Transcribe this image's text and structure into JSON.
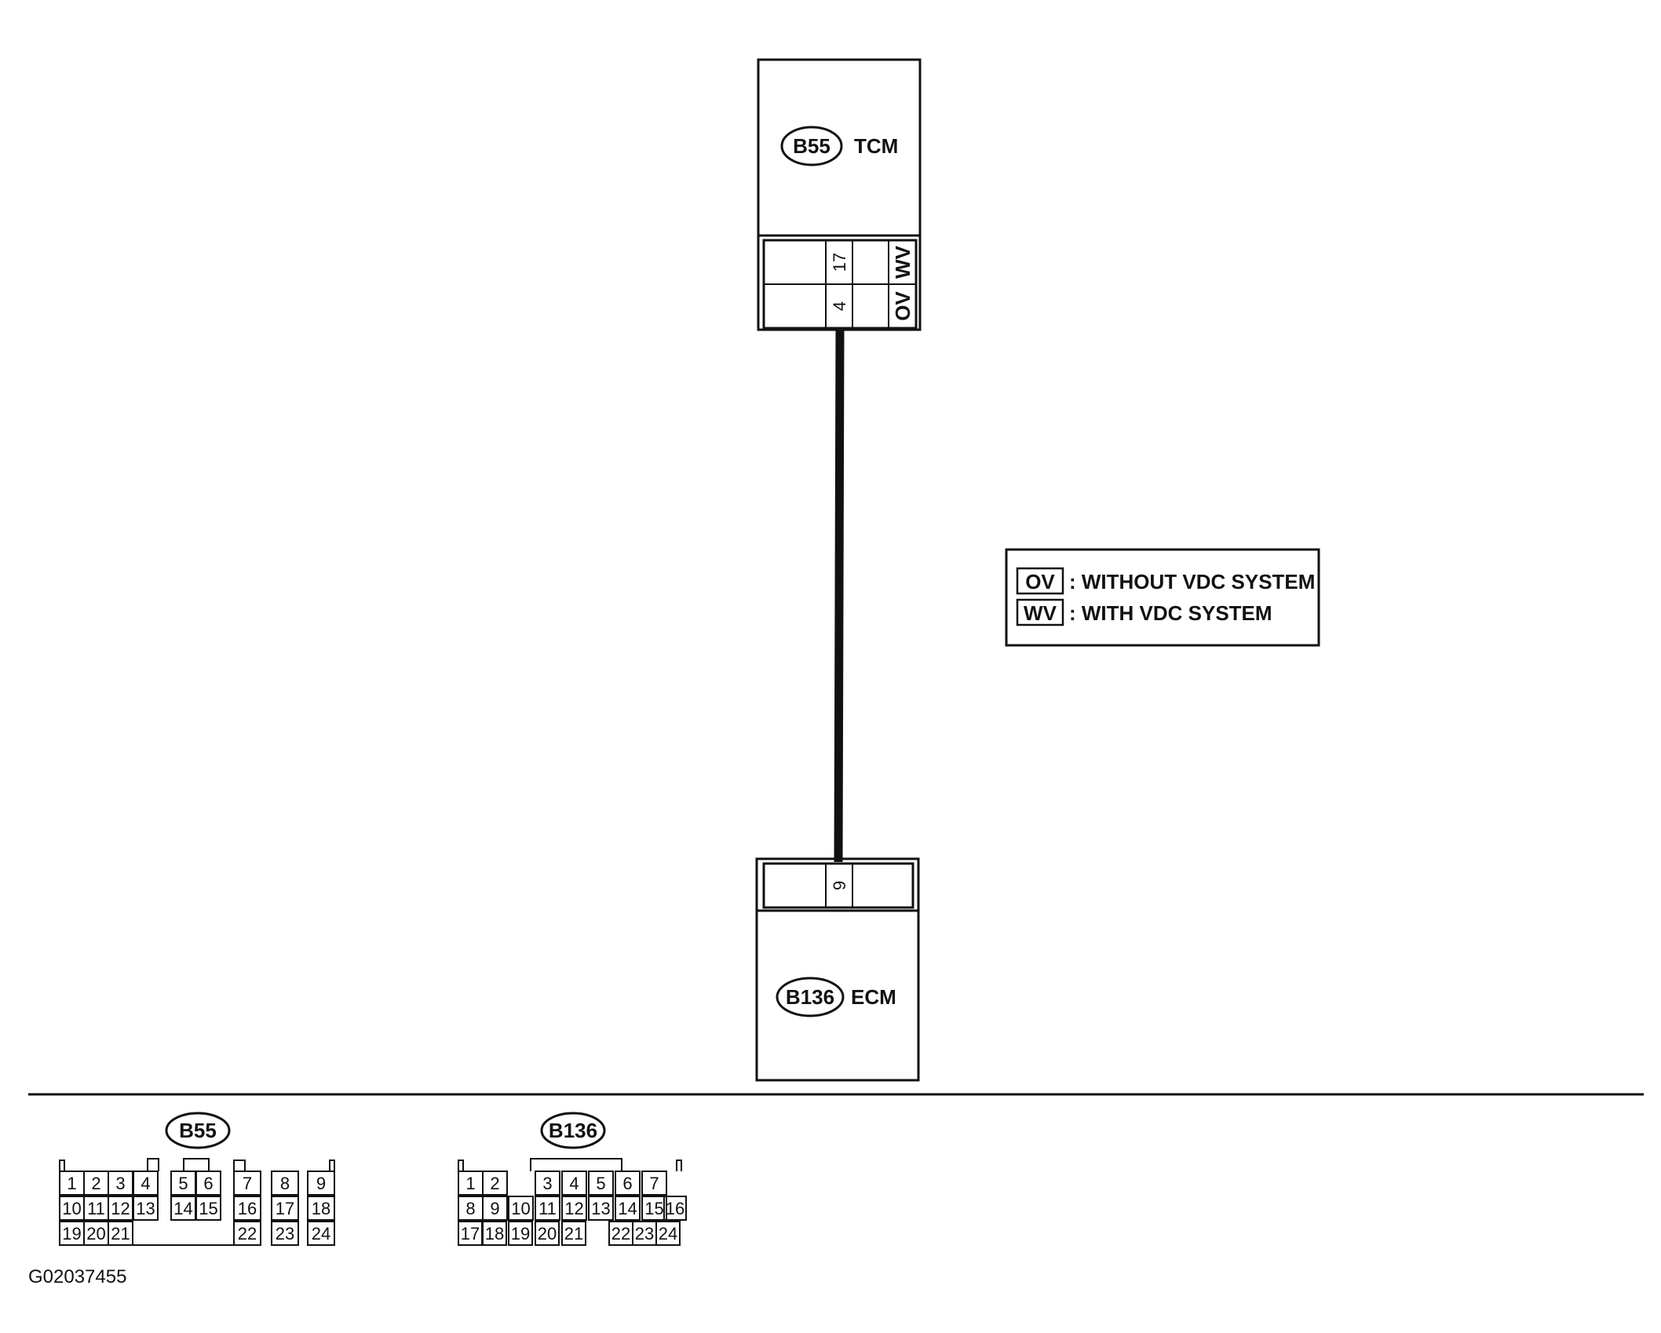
{
  "tcm": {
    "code": "B55",
    "name": "TCM",
    "pin_top": "17",
    "pin_bottom": "4",
    "variant_top": "WV",
    "variant_bottom": "OV"
  },
  "ecm": {
    "code": "B136",
    "name": "ECM",
    "pin": "9"
  },
  "legend": [
    {
      "key": "OV",
      "text": ": WITHOUT VDC SYSTEM"
    },
    {
      "key": "WV",
      "text": ": WITH VDC SYSTEM"
    }
  ],
  "connectors": {
    "b55": {
      "code": "B55",
      "row1": [
        "1",
        "2",
        "3",
        "4",
        "5",
        "6",
        "7",
        "8",
        "9"
      ],
      "row2": [
        "10",
        "11",
        "12",
        "13",
        "14",
        "15",
        "16",
        "17",
        "18"
      ],
      "row3": [
        "19",
        "20",
        "21",
        "22",
        "23",
        "24"
      ]
    },
    "b136": {
      "code": "B136",
      "row1": [
        "1",
        "2",
        "3",
        "4",
        "5",
        "6",
        "7"
      ],
      "row2": [
        "8",
        "9",
        "10",
        "11",
        "12",
        "13",
        "14",
        "15",
        "16"
      ],
      "row3": [
        "17",
        "18",
        "19",
        "20",
        "21",
        "22",
        "23",
        "24"
      ]
    }
  },
  "figure_id": "G02037455"
}
